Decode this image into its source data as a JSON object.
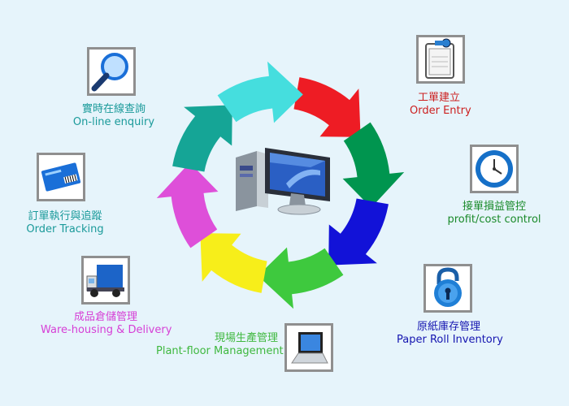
{
  "nodes": [
    {
      "id": "order-entry",
      "zh": "工單建立",
      "en": "Order Entry",
      "color": "#cc1f1f",
      "icon": "clipboard-icon"
    },
    {
      "id": "profit-cost",
      "zh": "接單損益管控",
      "en": "profit/cost control",
      "color": "#1a8a2a",
      "icon": "clock-icon"
    },
    {
      "id": "paper-roll",
      "zh": "原紙庫存管理",
      "en": "Paper Roll Inventory",
      "color": "#1515b0",
      "icon": "padlock-icon"
    },
    {
      "id": "plant-floor",
      "zh": "現場生產管理",
      "en": "Plant-floor Management",
      "color": "#3fb83f",
      "icon": "laptop-icon"
    },
    {
      "id": "warehousing",
      "zh": "成品倉儲管理",
      "en": "Ware-housing & Delivery",
      "color": "#d63fd6",
      "icon": "delivery-truck-icon"
    },
    {
      "id": "order-tracking",
      "zh": "訂單執行與追蹤",
      "en": "Order Tracking",
      "color": "#1a9a9a",
      "icon": "shipping-card-icon"
    },
    {
      "id": "online-enquiry",
      "zh": "實時在線查詢",
      "en": "On-line enquiry",
      "color": "#1a9a9a",
      "icon": "magnifier-icon"
    }
  ],
  "cycle": {
    "segments": [
      {
        "name": "order-entry",
        "color": "#ee1c24"
      },
      {
        "name": "profit-cost",
        "color": "#00954f"
      },
      {
        "name": "paper-roll",
        "color": "#1212d8"
      },
      {
        "name": "plant-floor",
        "color": "#3ec93e"
      },
      {
        "name": "warehousing",
        "color": "#f7ee1a"
      },
      {
        "name": "order-tracking",
        "color": "#de4fd9"
      },
      {
        "name": "online-enquiry",
        "color": "#15a596"
      },
      {
        "name": "top-link",
        "color": "#45dede"
      }
    ]
  },
  "center": {
    "icon": "desktop-computer-icon"
  }
}
